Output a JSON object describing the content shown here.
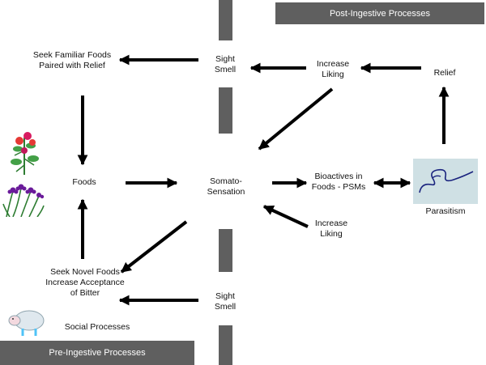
{
  "banners": {
    "post": "Post-Ingestive Processes",
    "pre": "Pre-Ingestive Processes"
  },
  "labels": {
    "seek_familiar": [
      "Seek Familiar Foods",
      "Paired with Relief"
    ],
    "sight_smell_top": [
      "Sight",
      "Smell"
    ],
    "increase_liking_top": [
      "Increase",
      "Liking"
    ],
    "relief": "Relief",
    "foods": "Foods",
    "somato": [
      "Somato-",
      "Sensation"
    ],
    "bioactives": [
      "Bioactives in",
      "Foods - PSMs"
    ],
    "parasitism": "Parasitism",
    "increase_liking_mid": [
      "Increase",
      "Liking"
    ],
    "seek_novel": [
      "Seek Novel Foods",
      "Increase Acceptance",
      "of Bitter"
    ],
    "sight_smell_bottom": [
      "Sight",
      "Smell"
    ],
    "social": "Social Processes"
  },
  "icons": [
    "flowering-plant-icon",
    "purple-flowers-icon",
    "parasite-worm-icon",
    "sheep-icon"
  ],
  "colors": {
    "banner": "#5f5f5f",
    "arrow": "#000000",
    "parasite_box": "#cfe0e4"
  }
}
